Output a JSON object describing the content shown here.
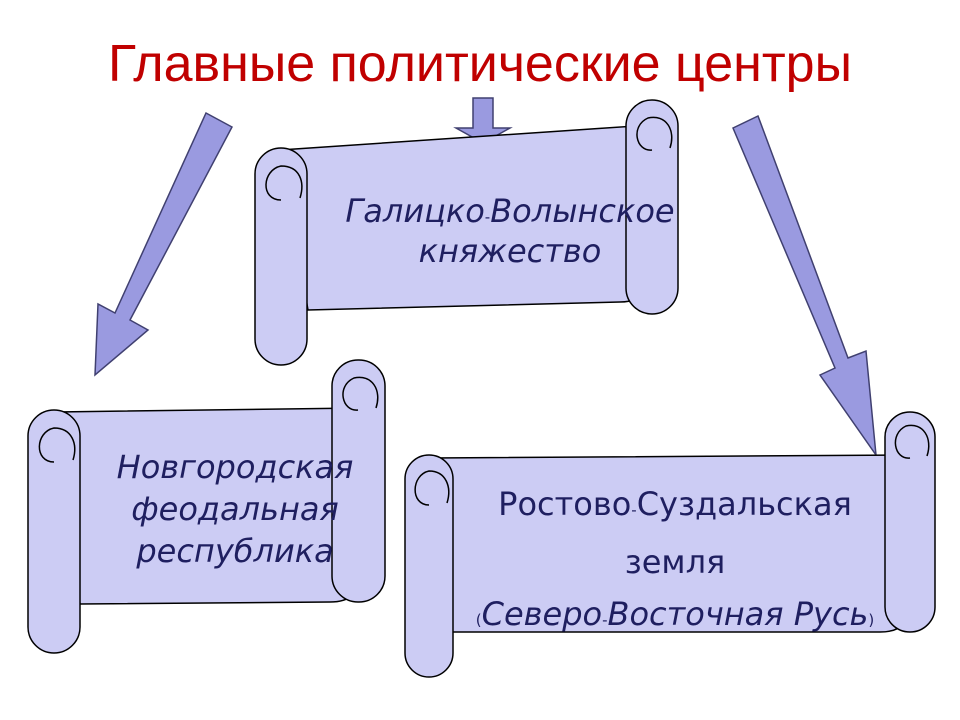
{
  "title": "Главные политические центры",
  "colors": {
    "title": "#c00000",
    "scroll_fill": "#ccccf4",
    "scroll_stroke": "#000000",
    "arrow_fill": "#9a9ae0",
    "arrow_stroke": "#404070",
    "text": "#1f1f60"
  },
  "centers": {
    "galicia": {
      "part1": "Галицко",
      "sep": "-",
      "part2": "Волынское",
      "line2": "княжество"
    },
    "novgorod": {
      "line1": "Новгородская",
      "line2": "феодальная",
      "line3": "республика"
    },
    "rostov": {
      "part1": "Ростово",
      "sep": "-",
      "part2": "Суздальская",
      "line2": "земля",
      "paren_open": "(",
      "part3": "Северо",
      "sep2": "-",
      "part4": "Восточная Русь",
      "paren_close": ")"
    }
  }
}
